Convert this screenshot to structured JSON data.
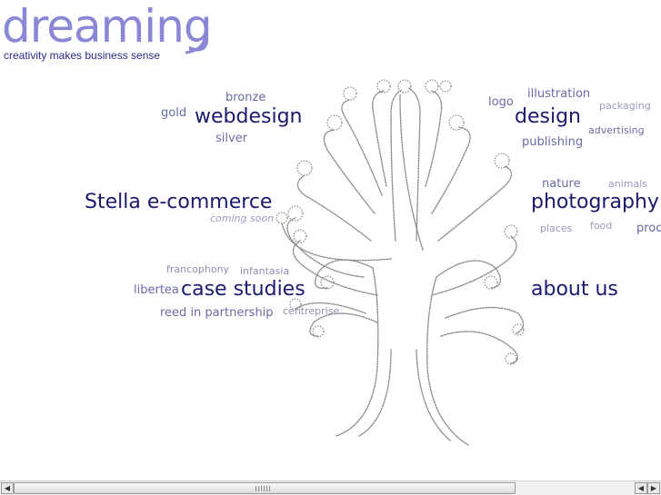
{
  "brand": {
    "name": "dreaming",
    "tagline": "creativity makes business sense"
  },
  "words": {
    "bronze": "bronze",
    "gold": "gold",
    "webdesign": "webdesign",
    "silver": "silver",
    "stella": "Stella e-commerce",
    "coming_soon": "coming soon",
    "francophony": "francophony",
    "infantasia": "infantasia",
    "libertea": "libertea",
    "case_studies": "case studies",
    "reed": "reed in partnership",
    "centreprise": "centreprise",
    "logo": "logo",
    "illustration": "illustration",
    "packaging": "packaging",
    "design": "design",
    "advertising": "advertising",
    "publishing": "publishing",
    "nature": "nature",
    "animals": "animals",
    "photography": "photography",
    "places": "places",
    "food": "food",
    "prod": "prod",
    "about_us": "about us"
  },
  "colors": {
    "brand": "#8a87d6",
    "link_big": "#1a1a6e",
    "link_small": "#6a6aa8",
    "tree": "#7a7a7a"
  },
  "icons": {
    "scroll_left": "arrow-left-icon",
    "scroll_right": "arrow-right-icon"
  }
}
